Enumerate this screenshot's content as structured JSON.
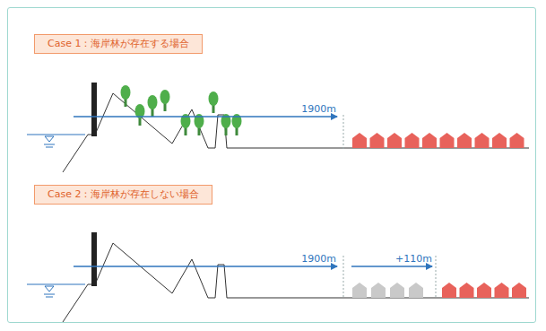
{
  "diagram": {
    "nodes": [
      {
        "text": [
          "Case 1：海岸林が存在する場合"
        ]
      },
      {
        "text": [
          "Case 2：海岸林が存在しない場合"
        ]
      }
    ],
    "labels": [
      "1900m",
      "1900m",
      "+110m"
    ]
  }
}
